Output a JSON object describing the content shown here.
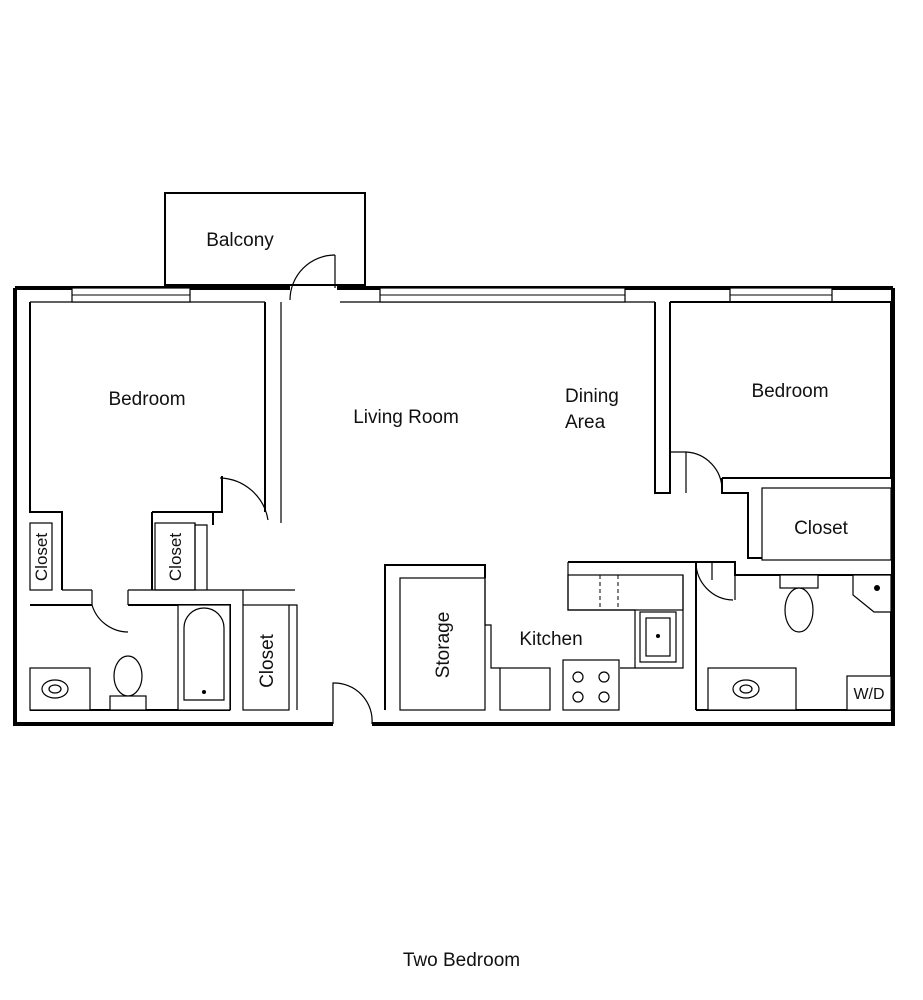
{
  "plan": {
    "rooms": {
      "balcony": "Balcony",
      "bedroom_left": "Bedroom",
      "living_room": "Living Room",
      "dining_line1": "Dining",
      "dining_line2": "Area",
      "bedroom_right": "Bedroom",
      "closet_right": "Closet",
      "closet_left_a": "Closet",
      "closet_left_b": "Closet",
      "closet_hall": "Closet",
      "storage": "Storage",
      "kitchen": "Kitchen",
      "washer_dryer": "W/D"
    },
    "caption": "Two Bedroom"
  }
}
